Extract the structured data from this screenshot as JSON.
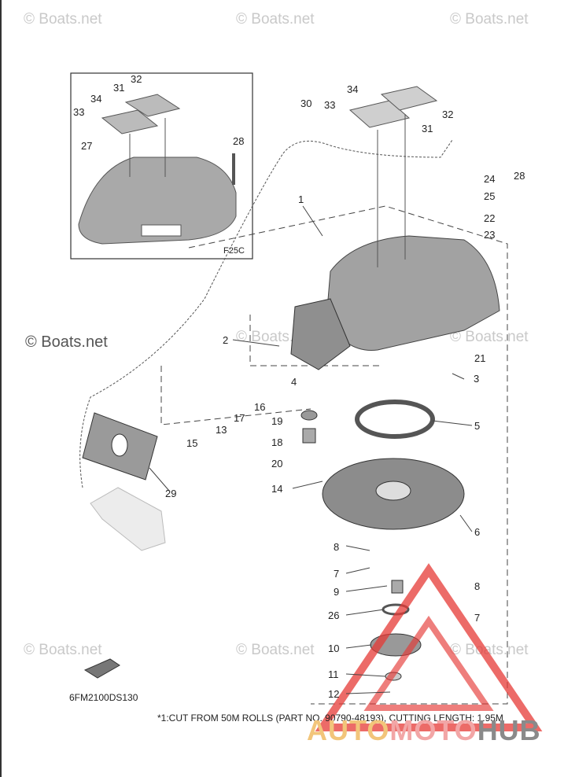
{
  "watermarks": [
    "© Boats.net",
    "© Boats.net",
    "© Boats.net",
    "© Boats.net",
    "© Boats.net",
    "© Boats.net",
    "© Boats.net",
    "© Boats.net",
    "© Boats.net"
  ],
  "watermark_main": "© Boats.net",
  "inset_code": "F25C",
  "diagram_code": "6FM2100DS130",
  "footnote": "*1:CUT FROM 50M ROLLS (PART NO. 90790-48193), CUTTING LENGTH: 1.95M",
  "logo": {
    "part1": "AUTO",
    "part2": "MOTO",
    "part3": "HUB",
    "colors": {
      "red": "#e53935",
      "gray": "#8a8a8a"
    }
  },
  "callouts": {
    "n1": "1",
    "n2": "2",
    "n3": "3",
    "n4": "4",
    "n5": "5",
    "n6": "6",
    "n7a": "7",
    "n7b": "7",
    "n8a": "8",
    "n8b": "8",
    "n9": "9",
    "n10": "10",
    "n11": "11",
    "n12": "12",
    "n13": "13",
    "n14": "14",
    "n15": "15",
    "n16": "16",
    "n17": "17",
    "n18": "18",
    "n19": "19",
    "n20": "20",
    "n21": "21",
    "n22": "22",
    "n23": "23",
    "n24": "24",
    "n25": "25",
    "n26": "26",
    "n27": "27",
    "n28a": "28",
    "n28b": "28",
    "n29": "29",
    "n30": "30",
    "n31a": "31",
    "n31b": "31",
    "n32a": "32",
    "n32b": "32",
    "n33a": "33",
    "n33b": "33",
    "n34a": "34",
    "n34b": "34"
  }
}
